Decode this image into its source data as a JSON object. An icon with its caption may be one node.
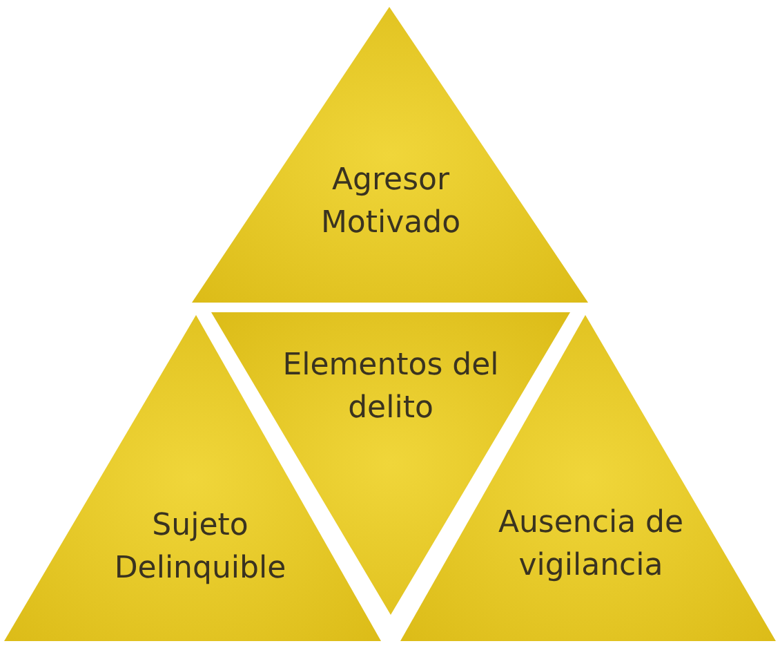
{
  "diagram": {
    "nodes": [
      {
        "text": [
          "Agresor Motivado"
        ]
      },
      {
        "text": [
          "Elementos del delito"
        ]
      },
      {
        "text": [
          "Sujeto Delinquible"
        ]
      },
      {
        "text": [
          "Ausencia de vigilancia"
        ]
      }
    ]
  }
}
